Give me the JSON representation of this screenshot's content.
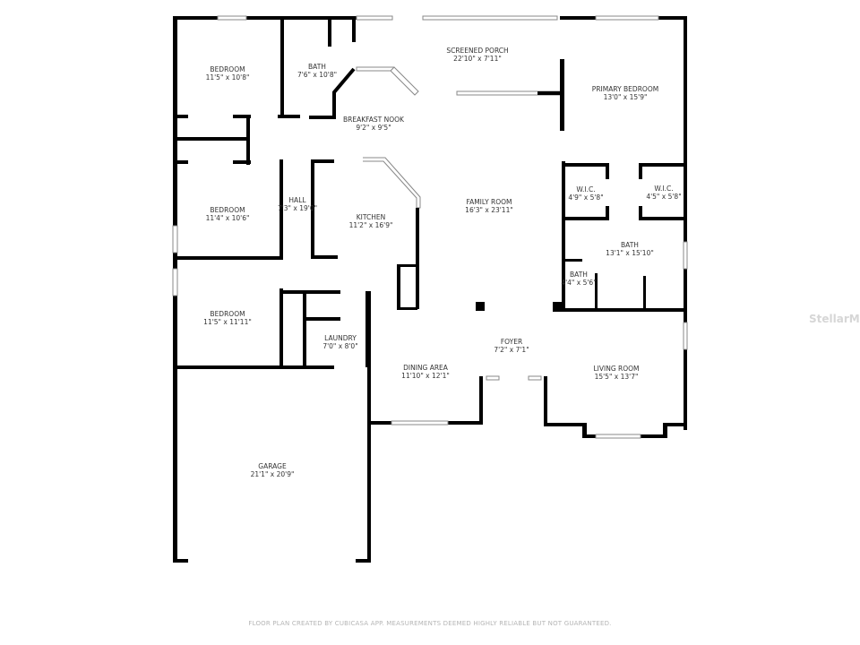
{
  "rooms": [
    {
      "name": "BEDROOM",
      "size": "11'5\" x 10'8\""
    },
    {
      "name": "BATH",
      "size": "7'6\" x 10'8\""
    },
    {
      "name": "SCREENED PORCH",
      "size": "22'10\" x 7'11\""
    },
    {
      "name": "PRIMARY BEDROOM",
      "size": "13'0\" x 15'9\""
    },
    {
      "name": "BREAKFAST NOOK",
      "size": "9'2\" x 9'5\""
    },
    {
      "name": "W.I.C.",
      "size": "4'9\" x 5'8\""
    },
    {
      "name": "W.I.C.",
      "size": "4'5\" x 5'8\""
    },
    {
      "name": "BEDROOM",
      "size": "11'4\" x 10'6\""
    },
    {
      "name": "HALL",
      "size": "7'3\" x 19'0\""
    },
    {
      "name": "KITCHEN",
      "size": "11'2\" x 16'9\""
    },
    {
      "name": "FAMILY ROOM",
      "size": "16'3\" x 23'11\""
    },
    {
      "name": "BATH",
      "size": "13'1\" x 15'10\""
    },
    {
      "name": "BATH",
      "size": "4'4\" x 5'6\""
    },
    {
      "name": "BEDROOM",
      "size": "11'5\" x 11'11\""
    },
    {
      "name": "LAUNDRY",
      "size": "7'0\" x 8'0\""
    },
    {
      "name": "FOYER",
      "size": "7'2\" x 7'1\""
    },
    {
      "name": "DINING AREA",
      "size": "11'10\" x 12'1\""
    },
    {
      "name": "LIVING ROOM",
      "size": "15'5\" x 13'7\""
    },
    {
      "name": "GARAGE",
      "size": "21'1\" x 20'9\""
    }
  ],
  "footer": "FLOOR PLAN CREATED BY CUBICASA APP. MEASUREMENTS DEEMED HIGHLY RELIABLE BUT NOT GUARANTEED.",
  "watermark": "StellarMLS",
  "colors": {
    "wall": "#000000",
    "label": "#333333"
  }
}
